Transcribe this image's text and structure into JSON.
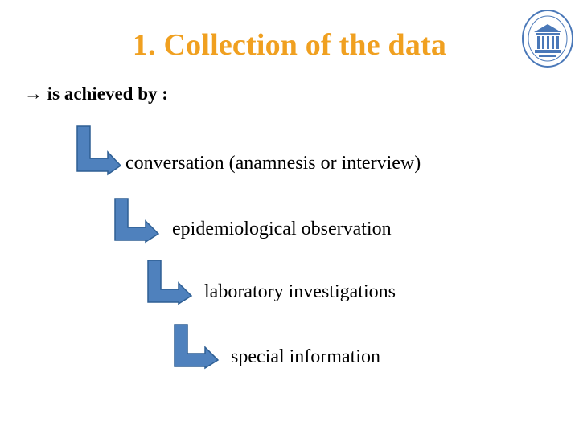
{
  "slide": {
    "title": "1. Collection of the data",
    "subtitle": "→ is achieved by :"
  },
  "steps": [
    {
      "label": "conversation (anamnesis or interview)",
      "icon": "bent-arrow-icon"
    },
    {
      "label": "epidemiological observation",
      "icon": "bent-arrow-icon"
    },
    {
      "label": "laboratory investigations",
      "icon": "bent-arrow-icon"
    },
    {
      "label": "special information",
      "icon": "bent-arrow-icon"
    }
  ],
  "colors": {
    "title": "#f0a020",
    "arrow_fill": "#4f81bd",
    "arrow_stroke": "#2e5f94",
    "logo": "#4a78b8"
  }
}
